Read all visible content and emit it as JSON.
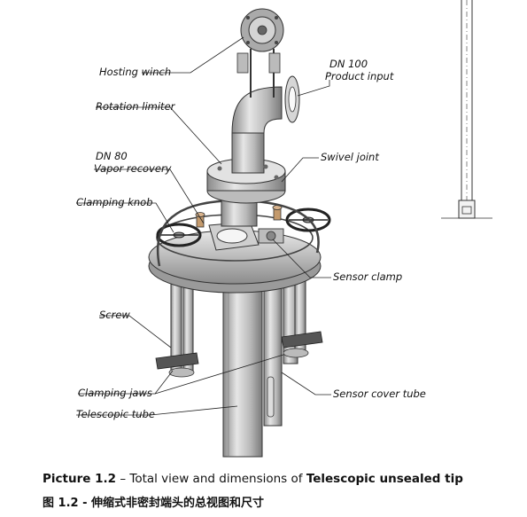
{
  "labels": {
    "hoisting_winch": "Hosting winch",
    "product_input_dn": "DN 100",
    "product_input": "Product input",
    "rotation_limiter": "Rotation limiter",
    "vapor_dn": "DN 80",
    "vapor_recovery": "Vapor recovery",
    "swivel_joint": "Swivel joint",
    "clamping_knob": "Clamping knob",
    "sensor_clamp": "Sensor clamp",
    "screw": "Screw",
    "clamping_jaws": "Clamping jaws",
    "sensor_cover_tube": "Sensor cover tube",
    "telescopic_tube": "Telescopic tube"
  },
  "caption": {
    "en_prefix": "Picture 1.2",
    "en_text": " – Total view and dimensions of ",
    "en_subject": "Telescopic unsealed tip",
    "zh": "图 1.2 - 伸缩式非密封端头的总视图和尺寸"
  }
}
